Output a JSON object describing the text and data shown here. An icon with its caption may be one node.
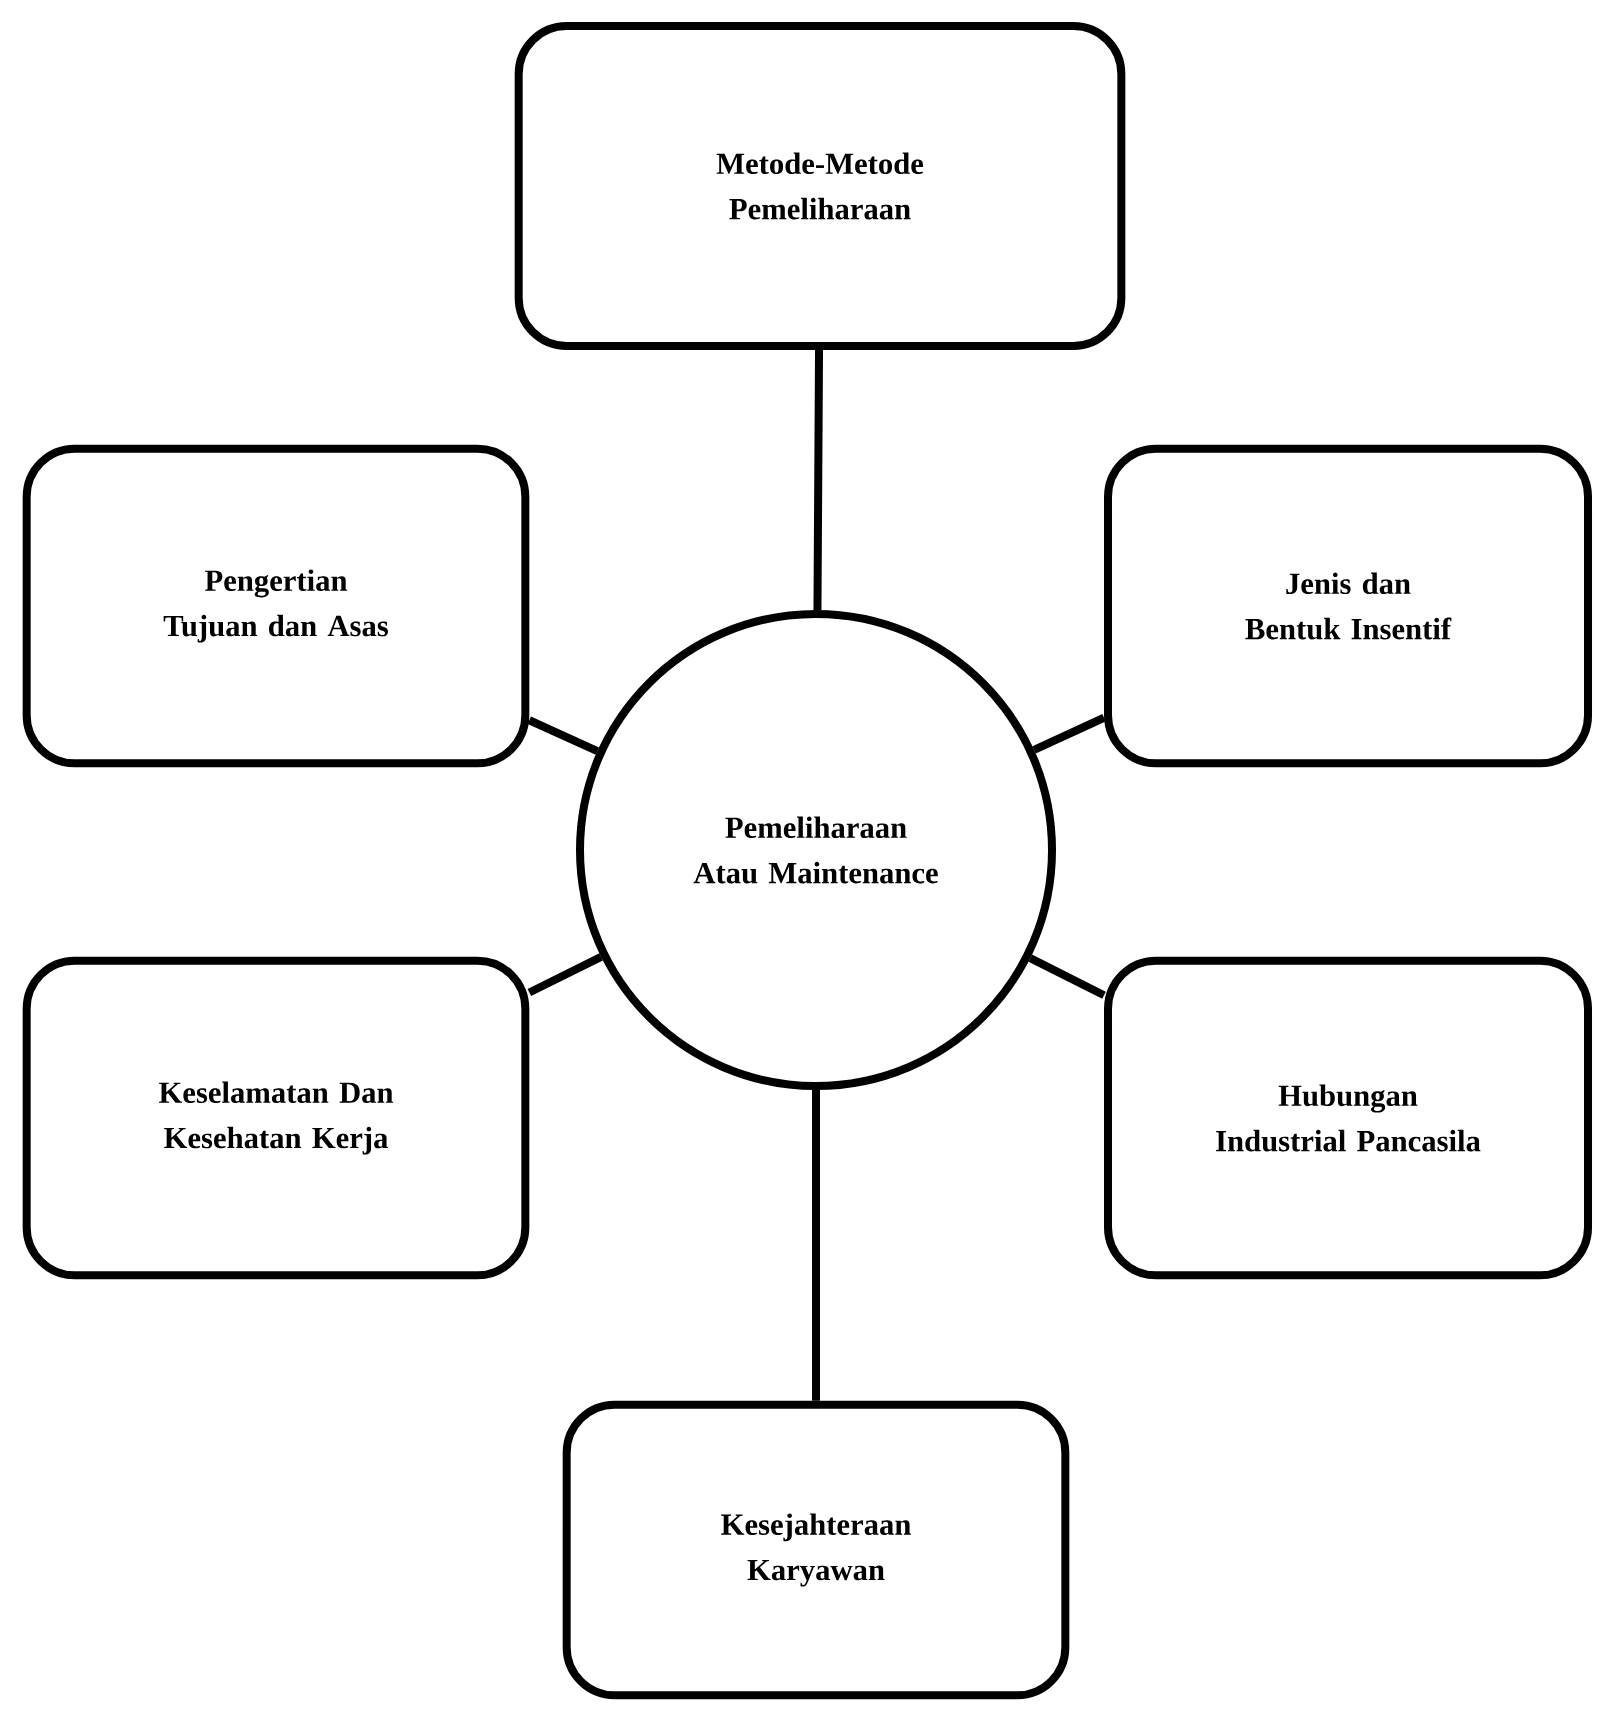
{
  "diagram": {
    "nodes": [
      {
        "text": [
          "Metode-Metode Pemeliharaan"
        ]
      },
      {
        "text": [
          "Pengertian Tujuan dan Asas"
        ]
      },
      {
        "text": [
          "Jenis dan Bentuk Insentif"
        ]
      },
      {
        "text": [
          "Pemeliharaan Atau Maintenance"
        ]
      },
      {
        "text": [
          "Keselamatan Dan Kesehatan Kerja"
        ]
      },
      {
        "text": [
          "Hubungan Industrial Pancasila"
        ]
      },
      {
        "text": [
          "Kesejahteraan Karyawan"
        ]
      }
    ],
    "edges": [
      {
        "from": 3,
        "to": 0,
        "arrow": "none"
      },
      {
        "from": 3,
        "to": 1,
        "arrow": "none"
      },
      {
        "from": 3,
        "to": 2,
        "arrow": "none"
      },
      {
        "from": 3,
        "to": 4,
        "arrow": "none"
      },
      {
        "from": 3,
        "to": 5,
        "arrow": "none"
      },
      {
        "from": 3,
        "to": 6,
        "arrow": "none"
      }
    ]
  }
}
